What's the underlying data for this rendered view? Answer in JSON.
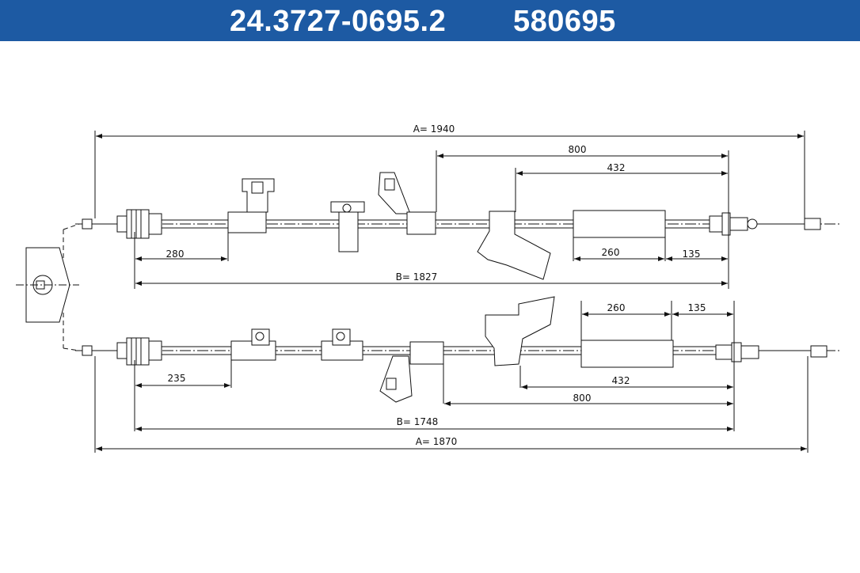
{
  "header": {
    "part_number": "24.3727-0695.2",
    "alt_number": "580695",
    "background_color": "#1d5aa3"
  },
  "upper_cable": {
    "dim_A": "A= 1940",
    "dim_B": "B= 1827",
    "dim_800": "800",
    "dim_432": "432",
    "dim_280": "280",
    "dim_260": "260",
    "dim_135": "135"
  },
  "lower_cable": {
    "dim_A": "A= 1870",
    "dim_B": "B= 1748",
    "dim_800": "800",
    "dim_432": "432",
    "dim_235": "235",
    "dim_260": "260",
    "dim_135": "135"
  }
}
